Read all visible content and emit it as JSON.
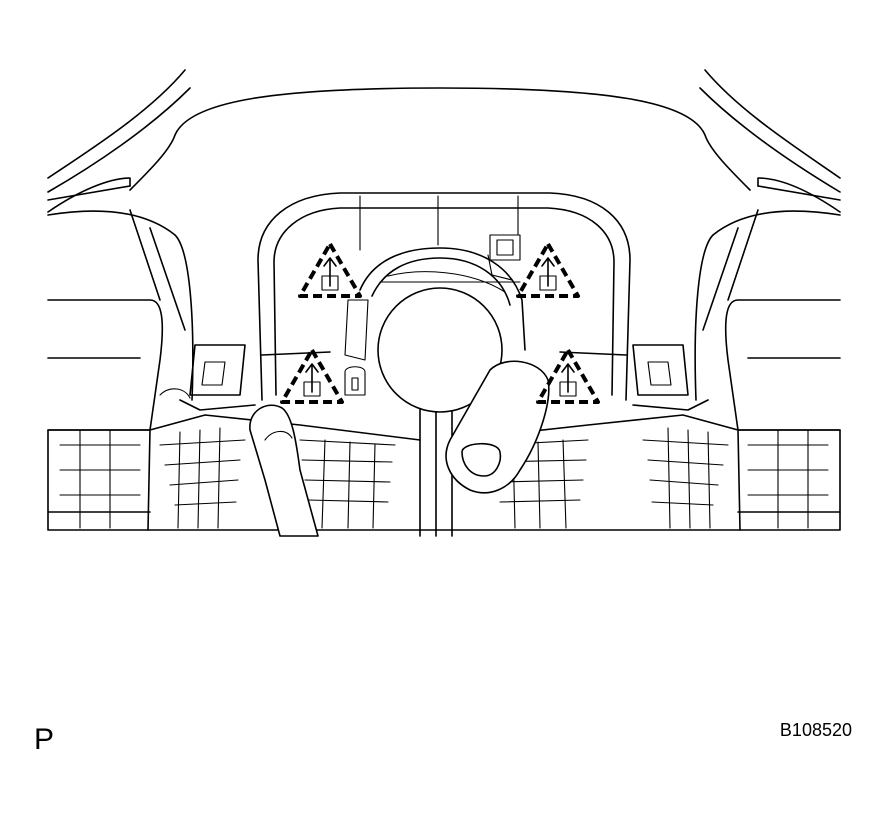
{
  "figure": {
    "view_code": "P",
    "figure_number": "B108520"
  },
  "clip_markers": {
    "count": 4,
    "icon": "dashed-triangle-clip-icon"
  },
  "colors": {
    "line": "#000000",
    "background": "#ffffff"
  }
}
